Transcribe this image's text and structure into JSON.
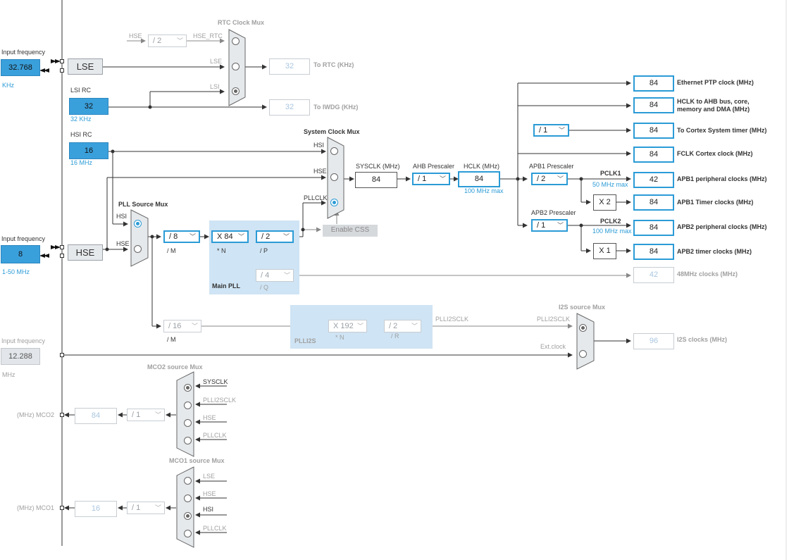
{
  "labels": {
    "input_frequency": "Input frequency",
    "lse_unit": "KHz",
    "lsi_rc": "LSI RC",
    "lsi_unit": "32 KHz",
    "hsi_rc": "HSI RC",
    "hsi_unit": "16 MHz",
    "hse_range": "1-50 MHz",
    "mhz": "MHz",
    "rtc_mux": "RTC Clock Mux",
    "hse": "HSE",
    "hse_rtc": "HSE_RTC",
    "lse": "LSE",
    "lsi": "LSI",
    "to_rtc": "To RTC (KHz)",
    "to_iwdg": "To IWDG (KHz)",
    "sysclk_mux": "System Clock Mux",
    "hsi": "HSI",
    "pllclk": "PLLCLK",
    "sysclk_mhz": "SYSCLK (MHz)",
    "ahb_prescaler": "AHB Prescaler",
    "hclk_mhz": "HCLK (MHz)",
    "hclk_max": "100 MHz max",
    "apb1_prescaler": "APB1 Prescaler",
    "apb2_prescaler": "APB2 Prescaler",
    "pclk1": "PCLK1",
    "pclk1_max": "50 MHz max",
    "pclk2": "PCLK2",
    "pclk2_max": "100 MHz max",
    "pll_source_mux": "PLL Source Mux",
    "enable_css": "Enable CSS",
    "div_m": "/ M",
    "mul_n": "* N",
    "div_p": "/ P",
    "div_q": "/ Q",
    "div_r": "/ R",
    "main_pll": "Main PLL",
    "plli2s": "PLLI2S",
    "plli2sclk": "PLLI2SCLK",
    "i2s_mux": "I2S source Mux",
    "ext_clock": "Ext.clock",
    "mco2_mux": "MCO2 source Mux",
    "mco1_mux": "MCO1 source Mux",
    "sysclk": "SYSCLK",
    "mco2": "(MHz) MCO2",
    "mco1": "(MHz) MCO1"
  },
  "sources": {
    "lse_value": "32.768",
    "lse_block": "LSE",
    "lsi_value": "32",
    "hsi_value": "16",
    "hse_value": "8",
    "hse_block": "HSE",
    "i2s_ext_value": "12.288"
  },
  "selects": {
    "rtc_div": "/ 2",
    "pll_m": "/ 8",
    "pll_n": "X 84",
    "pll_p": "/ 2",
    "pll_q": "/ 4",
    "ahb": "/ 1",
    "apb1": "/ 2",
    "apb2": "/ 1",
    "cortex_timer": "/ 1",
    "i2s_m": "/ 16",
    "i2s_n": "X 192",
    "i2s_r": "/ 2",
    "mco2_div": "/ 1",
    "mco1_div": "/ 1"
  },
  "values": {
    "rtc": "32",
    "iwdg": "32",
    "sysclk": "84",
    "hclk": "84",
    "apb1_timer_mult": "X 2",
    "apb2_timer_mult": "X 1",
    "mco2": "84",
    "mco1": "16"
  },
  "outputs": [
    {
      "value": "84",
      "label": "Ethernet PTP clock (MHz)"
    },
    {
      "value": "84",
      "label": "HCLK to AHB bus, core,"
    },
    {
      "value": "84",
      "label": "To Cortex System timer (MHz)"
    },
    {
      "value": "84",
      "label": "FCLK Cortex clock (MHz)"
    },
    {
      "value": "42",
      "label": "APB1 peripheral clocks (MHz)"
    },
    {
      "value": "84",
      "label": "APB1 Timer clocks (MHz)"
    },
    {
      "value": "84",
      "label": "APB2 peripheral clocks (MHz)"
    },
    {
      "value": "84",
      "label": "APB2 timer clocks (MHz)"
    },
    {
      "value": "42",
      "label": "48MHz clocks (MHz)"
    },
    {
      "value": "96",
      "label": "I2S clocks (MHz)"
    }
  ],
  "output_hclk_line2": "memory and DMA (MHz)",
  "mco2_inputs": [
    "SYSCLK",
    "PLLI2SCLK",
    "HSE",
    "PLLCLK"
  ],
  "mco1_inputs": [
    "LSE",
    "HSE",
    "HSI",
    "PLLCLK"
  ]
}
